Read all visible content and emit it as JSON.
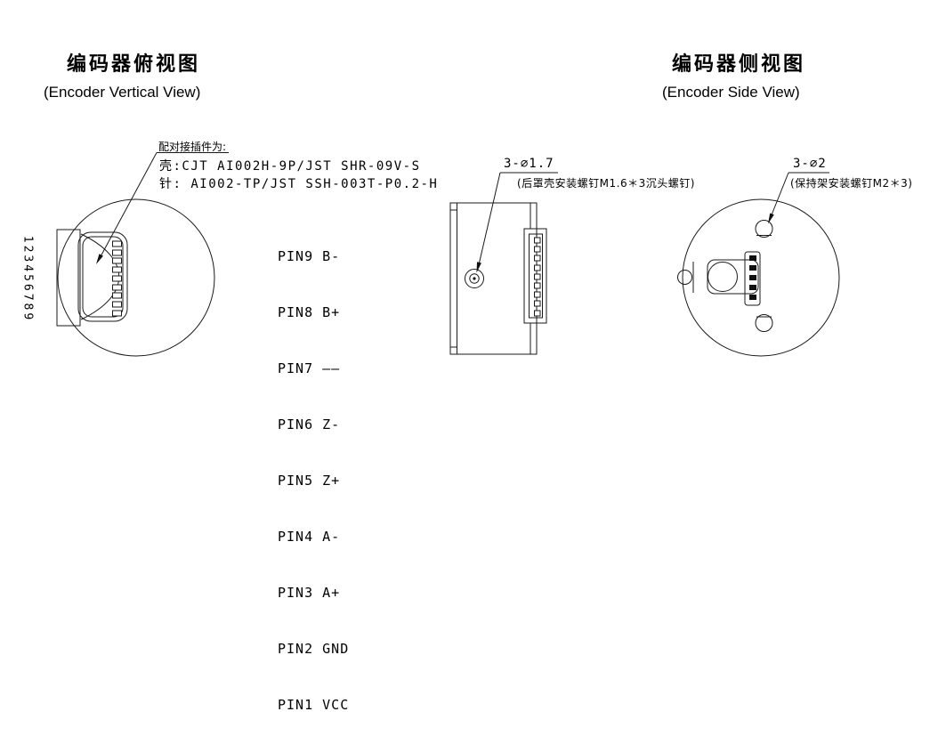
{
  "page": {
    "background": "#ffffff",
    "line_color": "#1a1a1a"
  },
  "top_view": {
    "title_cn": "编码器俯视图",
    "title_en": "(Encoder Vertical View)",
    "connector_note": {
      "heading": "配对接插件为:",
      "shell": "壳:CJT AI002H-9P/JST SHR-09V-S",
      "needle": "针: AI002-TP/JST SSH-003T-P0.2-H"
    },
    "pin_numbers_vertical": "123456789",
    "pins": [
      "PIN9 B-",
      "PIN8 B+",
      "PIN7 ——",
      "PIN6 Z-",
      "PIN5 Z+",
      "PIN4 A-",
      "PIN3 A+",
      "PIN2 GND",
      "PIN1 VCC"
    ]
  },
  "side_view": {
    "title_cn": "编码器侧视图",
    "title_en": "(Encoder Side View)",
    "callout_rear_screws": {
      "dim": "3-∅1.7",
      "note": "(后罩壳安装螺钉M1.6＊3沉头螺钉)"
    },
    "callout_cage_screws": {
      "dim": "3-∅2",
      "note": "(保持架安装螺钉M2＊3)"
    }
  }
}
